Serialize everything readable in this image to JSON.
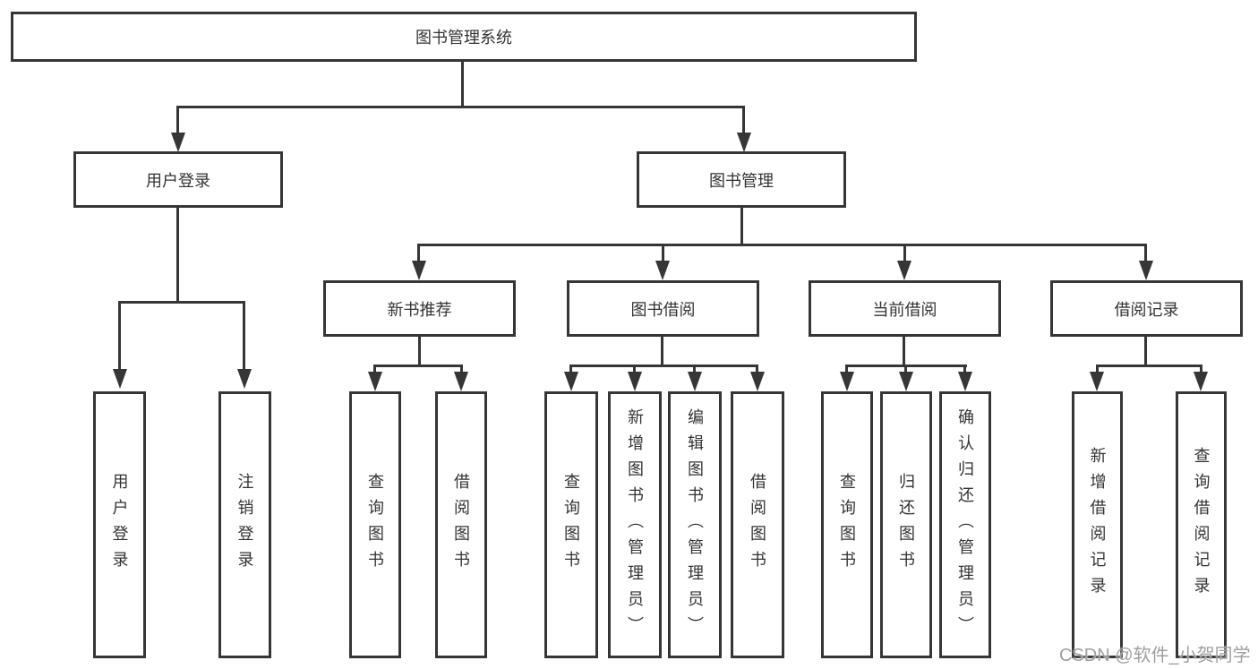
{
  "diagram": {
    "root": {
      "label": "图书管理系统"
    },
    "branches": [
      {
        "label": "用户登录",
        "children": [
          {
            "label": "用户登录"
          },
          {
            "label": "注销登录"
          }
        ]
      },
      {
        "label": "图书管理",
        "children": [
          {
            "label": "新书推荐",
            "children": [
              {
                "label": "查询图书"
              },
              {
                "label": "借阅图书"
              }
            ]
          },
          {
            "label": "图书借阅",
            "children": [
              {
                "label": "查询图书"
              },
              {
                "label": "新增图书（管理员）"
              },
              {
                "label": "编辑图书（管理员）"
              },
              {
                "label": "借阅图书"
              }
            ]
          },
          {
            "label": "当前借阅",
            "children": [
              {
                "label": "查询图书"
              },
              {
                "label": "归还图书"
              },
              {
                "label": "确认归还（管理员）"
              }
            ]
          },
          {
            "label": "借阅记录",
            "children": [
              {
                "label": "新增借阅记录"
              },
              {
                "label": "查询借阅记录"
              }
            ]
          }
        ]
      }
    ]
  },
  "watermark": {
    "text": "CSDN @软件_小贺同学"
  },
  "colors": {
    "line": "#363636",
    "text": "#333333",
    "watermark_text": "#9f9f9f",
    "background": "#ffffff"
  }
}
